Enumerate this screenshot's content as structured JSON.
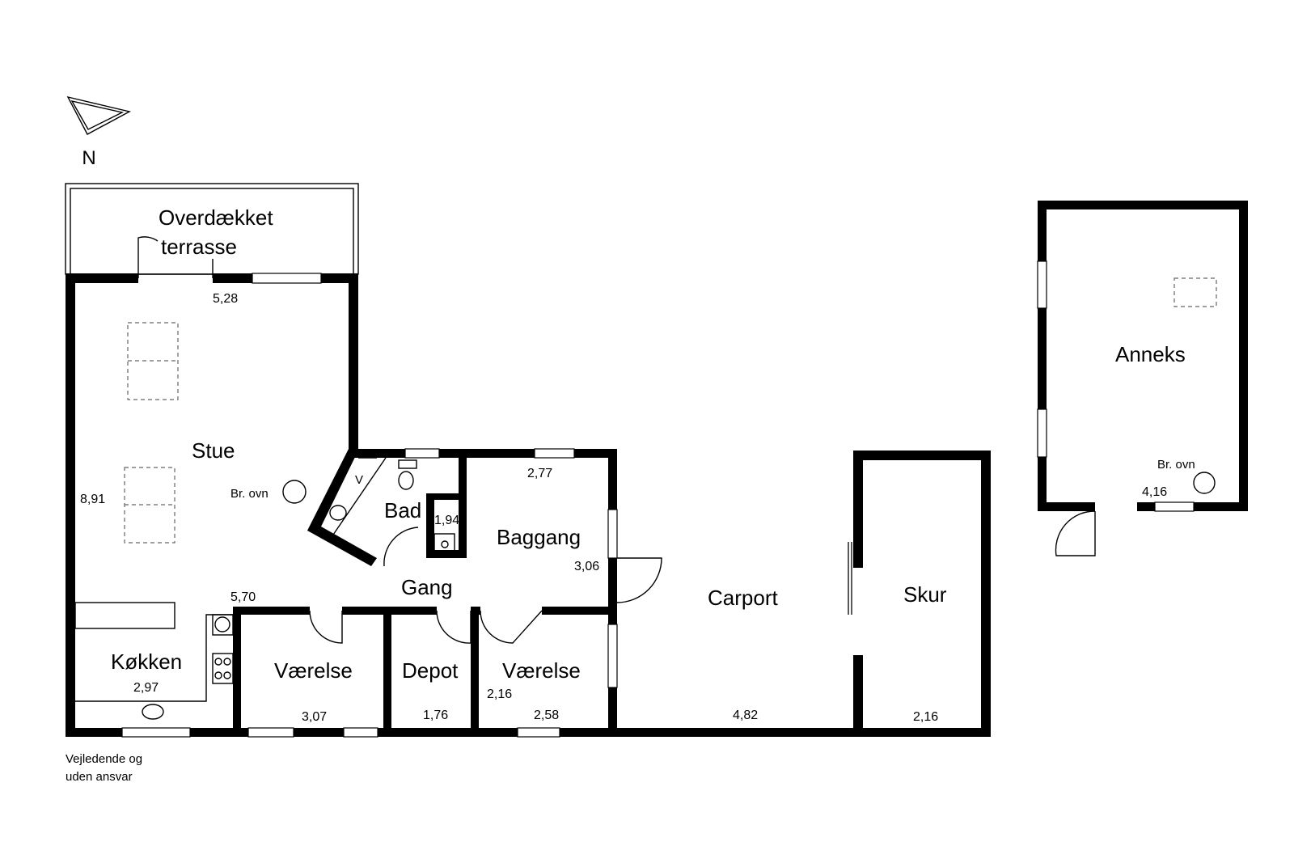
{
  "compass": {
    "label": "N",
    "icon": "north-arrow-icon"
  },
  "rooms": {
    "overdaekket_terrasse_line1": "Overdækket",
    "overdaekket_terrasse_line2": "terrasse",
    "stue": "Stue",
    "bad": "Bad",
    "baggang": "Baggang",
    "gang": "Gang",
    "koekken": "Køkken",
    "vaerelse_1": "Værelse",
    "depot": "Depot",
    "vaerelse_2": "Værelse",
    "carport": "Carport",
    "skur": "Skur",
    "anneks": "Anneks"
  },
  "dimensions": {
    "stue_top": "5,28",
    "stue_side": "8,91",
    "stue_bottom": "5,70",
    "bad_side": "1,94",
    "baggang_top": "2,77",
    "baggang_side": "3,06",
    "koekken": "2,97",
    "vaerelse_1": "3,07",
    "depot": "1,76",
    "vaerelse_2_side": "2,16",
    "vaerelse_2_bottom": "2,58",
    "carport": "4,82",
    "skur": "2,16",
    "anneks": "4,16"
  },
  "fixtures": {
    "stue_stove": "Br. ovn",
    "anneks_stove": "Br. ovn",
    "bad_marker": "V"
  },
  "disclaimer": {
    "line1": "Vejledende og",
    "line2": "uden ansvar"
  }
}
